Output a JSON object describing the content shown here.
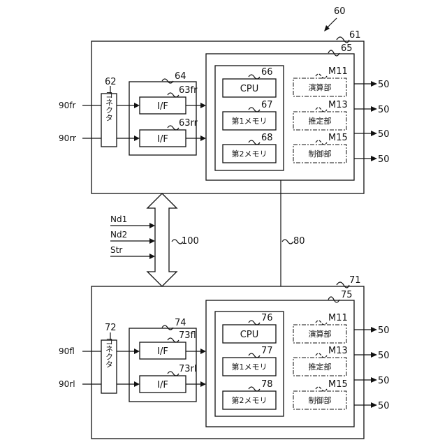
{
  "figure": {
    "ref": "60"
  },
  "upper_unit": {
    "ref": "61",
    "connector": {
      "ref": "62",
      "label": "コネクタ"
    },
    "if_group": {
      "ref": "64"
    },
    "if_a": {
      "ref": "63fr",
      "label": "I/F"
    },
    "if_b": {
      "ref": "63rr",
      "label": "I/F"
    },
    "inputs": [
      "90fr",
      "90rr"
    ],
    "processor": {
      "ref": "65",
      "group": {
        "ref": ""
      },
      "cpu": {
        "ref": "66",
        "label": "CPU"
      },
      "mem1": {
        "ref": "67",
        "label": "第1メモリ"
      },
      "mem2": {
        "ref": "68",
        "label": "第2メモリ"
      },
      "mod1": {
        "ref": "M11",
        "label": "演算部"
      },
      "mod2": {
        "ref": "M13",
        "label": "推定部"
      },
      "mod3": {
        "ref": "M15",
        "label": "制御部"
      }
    },
    "outputs": [
      "50",
      "50",
      "50",
      "50"
    ]
  },
  "lower_unit": {
    "ref": "71",
    "connector": {
      "ref": "72",
      "label": "コネクタ"
    },
    "if_group": {
      "ref": "74"
    },
    "if_a": {
      "ref": "73fl",
      "label": "I/F"
    },
    "if_b": {
      "ref": "73rl",
      "label": "I/F"
    },
    "inputs": [
      "90fl",
      "90rl"
    ],
    "processor": {
      "ref": "75",
      "cpu": {
        "ref": "76",
        "label": "CPU"
      },
      "mem1": {
        "ref": "77",
        "label": "第1メモリ"
      },
      "mem2": {
        "ref": "78",
        "label": "第2メモリ"
      },
      "mod1": {
        "ref": "M11",
        "label": "演算部"
      },
      "mod2": {
        "ref": "M13",
        "label": "推定部"
      },
      "mod3": {
        "ref": "M15",
        "label": "制御部"
      }
    },
    "outputs": [
      "50",
      "50",
      "50",
      "50"
    ]
  },
  "bus": {
    "ref": "100",
    "signals": [
      "Nd1",
      "Nd2",
      "Str"
    ]
  },
  "link": {
    "ref": "80"
  }
}
